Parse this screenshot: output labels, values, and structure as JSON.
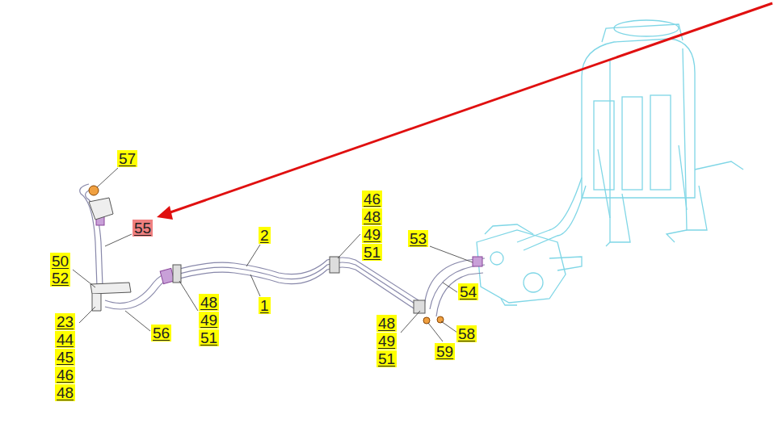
{
  "diagram": {
    "labels": [
      "57",
      "55",
      "50",
      "52",
      "2",
      "46",
      "48",
      "49",
      "51",
      "53",
      "48",
      "49",
      "51",
      "1",
      "54",
      "48",
      "49",
      "51",
      "58",
      "59",
      "23",
      "44",
      "45",
      "46",
      "48",
      "56"
    ]
  }
}
